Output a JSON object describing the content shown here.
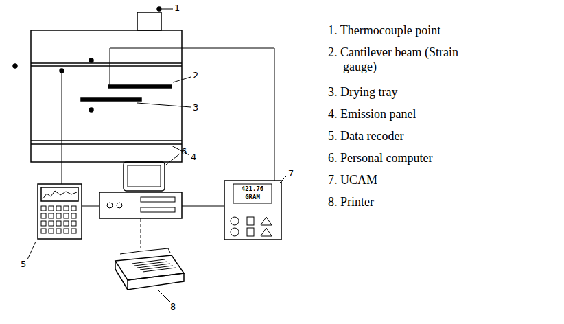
{
  "diagram": {
    "labels": [
      "1",
      "2",
      "3",
      "4",
      "5",
      "6",
      "7",
      "8",
      "1. Thermocouple point",
      "2. Cantilever beam (Strain gauge)",
      "3. Drying tray",
      "4. Emission panel",
      "5. Data recoder",
      "6. Personal computer",
      "7. UCAM",
      "8. Printer",
      "421.76",
      "GRAM"
    ]
  }
}
